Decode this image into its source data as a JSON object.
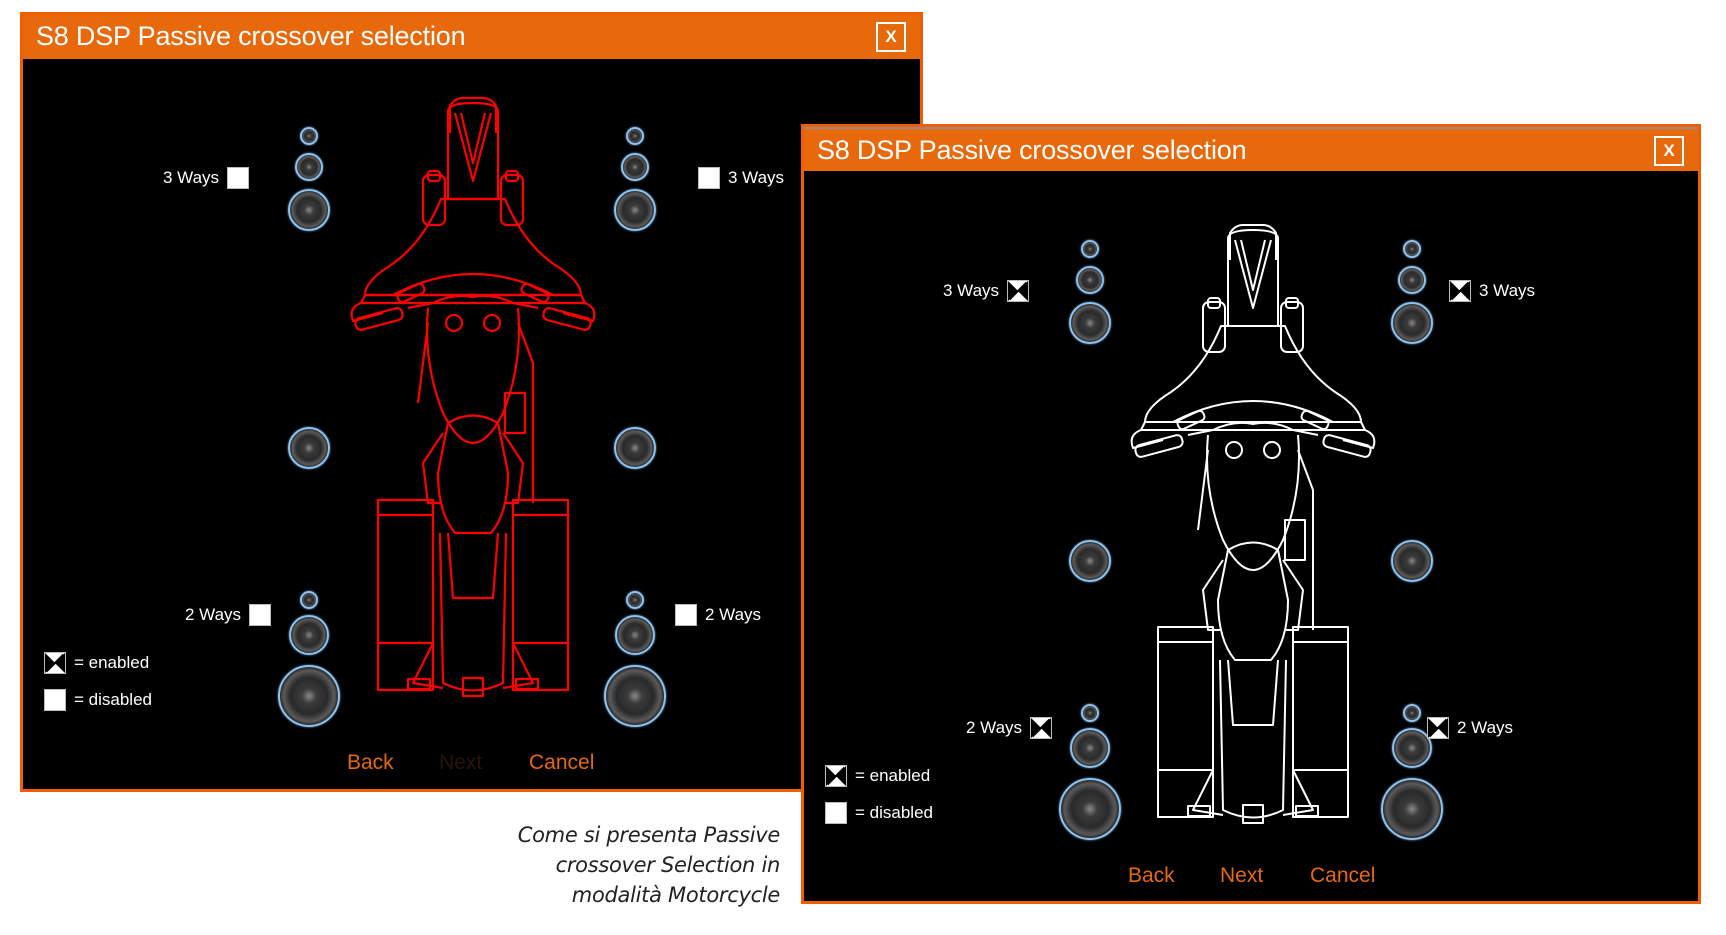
{
  "caption": {
    "lines": [
      "Come si presenta Passive",
      "crossover Selection in",
      "modalità Motorcycle"
    ]
  },
  "windows": [
    {
      "title": "S8 DSP Passive crossover selection",
      "close_label": "X",
      "bike_color": "#ff0000",
      "options": {
        "front_left": {
          "label": "3 Ways",
          "checked": false
        },
        "front_right": {
          "label": "3 Ways",
          "checked": false
        },
        "rear_left": {
          "label": "2 Ways",
          "checked": false
        },
        "rear_right": {
          "label": "2 Ways",
          "checked": false
        }
      },
      "legend": {
        "enabled": "= enabled",
        "disabled": "= disabled"
      },
      "buttons": {
        "back": "Back",
        "next": "Next",
        "cancel": "Cancel",
        "next_disabled": true
      }
    },
    {
      "title": "S8 DSP Passive crossover selection",
      "close_label": "X",
      "bike_color": "#ffffff",
      "options": {
        "front_left": {
          "label": "3 Ways",
          "checked": true
        },
        "front_right": {
          "label": "3 Ways",
          "checked": true
        },
        "rear_left": {
          "label": "2 Ways",
          "checked": true
        },
        "rear_right": {
          "label": "2 Ways",
          "checked": true
        }
      },
      "legend": {
        "enabled": "= enabled",
        "disabled": "= disabled"
      },
      "buttons": {
        "back": "Back",
        "next": "Next",
        "cancel": "Cancel",
        "next_disabled": false
      }
    }
  ],
  "colors": {
    "titlebar": "#e8680c",
    "border": "#f25c05",
    "button_text": "#e8680c",
    "speaker_ring": "#8ec3ef"
  }
}
